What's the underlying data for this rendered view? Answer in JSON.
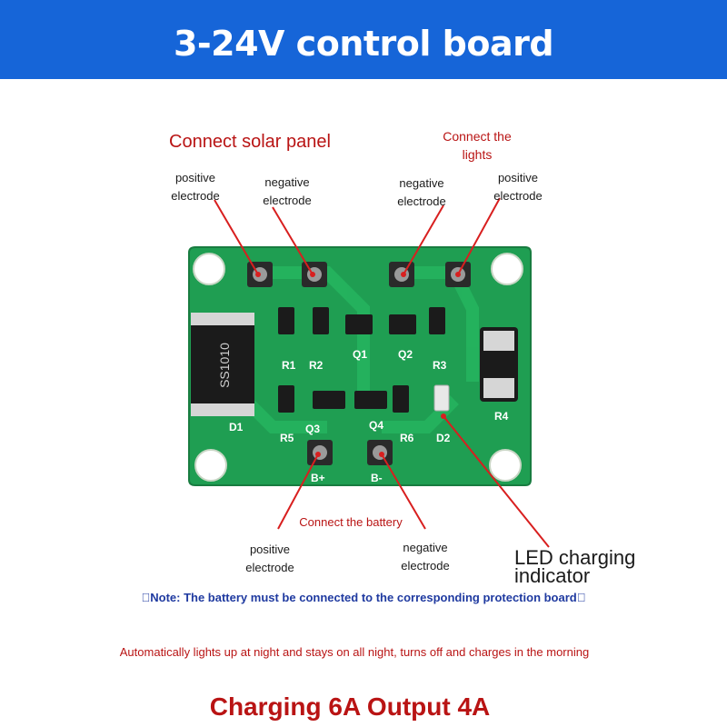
{
  "title": "3-24V control board",
  "labels": {
    "solar_heading": "Connect solar panel",
    "lights_heading_line1": "Connect the",
    "lights_heading_line2": "lights",
    "solar_pos_line1": "positive",
    "solar_pos_line2": "electrode",
    "solar_neg_line1": "negative",
    "solar_neg_line2": "electrode",
    "light_neg_line1": "negative",
    "light_neg_line2": "electrode",
    "light_pos_line1": "positive",
    "light_pos_line2": "electrode",
    "battery_heading": "Connect the battery",
    "bat_pos_line1": "positive",
    "bat_pos_line2": "electrode",
    "bat_neg_line1": "negative",
    "bat_neg_line2": "electrode",
    "led_indicator": "LED charging indicator"
  },
  "board": {
    "d1_text": "SS1010",
    "silkscreen": [
      "R1",
      "R2",
      "Q1",
      "Q2",
      "R3",
      "R4",
      "D1",
      "R5",
      "Q3",
      "Q4",
      "R6",
      "D2",
      "B+",
      "B-"
    ]
  },
  "note": "\u0000Note: The battery must be connected to the corresponding protection board\u0000",
  "auto_text": "Automatically lights up at night and stays on all night, turns off and charges in the morning",
  "spec_text": "Charging 6A Output 4A",
  "colors": {
    "banner": "#1665d8",
    "red_text": "#b91414",
    "pcb": "#1f9e52",
    "note_text": "#1f3aa0"
  }
}
